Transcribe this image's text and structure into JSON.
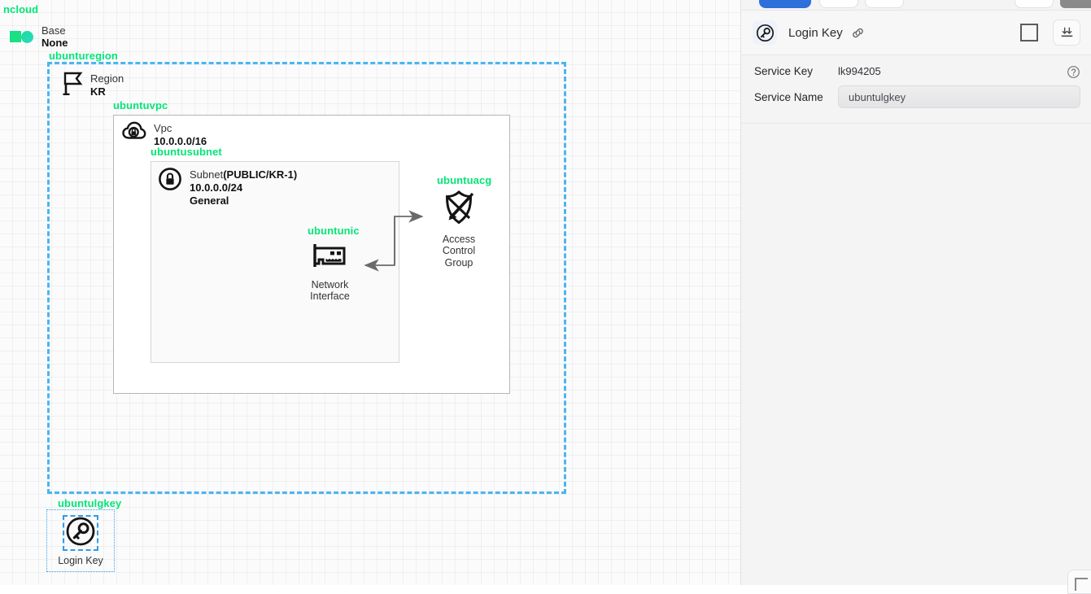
{
  "canvas": {
    "root_label": "ncloud",
    "base": {
      "title": "Base",
      "value": "None",
      "icon": "base-shapes-icon"
    },
    "region": {
      "group_label": "ubunturegion",
      "title": "Region",
      "value": "KR",
      "icon": "flag-icon",
      "border_color": "#4ab6f0"
    },
    "vpc": {
      "group_label": "ubuntuvpc",
      "title": "Vpc",
      "cidr": "10.0.0.0/16",
      "icon": "cloud-lock-icon"
    },
    "subnet": {
      "group_label": "ubuntusubnet",
      "title": "Subnet",
      "scope": "(PUBLIC/KR-1)",
      "cidr": "10.0.0.0/24",
      "usage": "General",
      "icon": "circle-lock-icon"
    },
    "nic": {
      "group_label": "ubuntunic",
      "caption_line1": "Network",
      "caption_line2": "Interface",
      "icon": "network-interface-card-icon"
    },
    "acg": {
      "group_label": "ubuntuacg",
      "caption_line1": "Access",
      "caption_line2": "Control",
      "caption_line3": "Group",
      "icon": "shield-acg-icon"
    },
    "login_key": {
      "group_label": "ubuntulgkey",
      "caption": "Login Key",
      "icon": "key-circle-icon",
      "selected": true
    },
    "group_label_color": "#00e676"
  },
  "panel": {
    "toolbar": {
      "buttons": [
        {
          "name": "primary-action-button",
          "style": "primary"
        },
        {
          "name": "secondary-action-button-1",
          "style": "ghost"
        },
        {
          "name": "secondary-action-button-2",
          "style": "ghost"
        },
        {
          "name": "secondary-action-button-3",
          "style": "ghost"
        },
        {
          "name": "dark-action-button",
          "style": "dark"
        }
      ]
    },
    "header": {
      "icon": "key-circle-icon",
      "title": "Login Key",
      "link_icon": "chain-link-icon",
      "checkbox_icon": "square-checkbox-icon",
      "download_icon": "download-all-icon"
    },
    "fields": [
      {
        "label": "Service Key",
        "value": "lk994205",
        "type": "text",
        "help": "help-circle-icon"
      },
      {
        "label": "Service Name",
        "value": "ubuntulgkey",
        "type": "input",
        "placeholder": "ubuntulgkey"
      }
    ]
  }
}
